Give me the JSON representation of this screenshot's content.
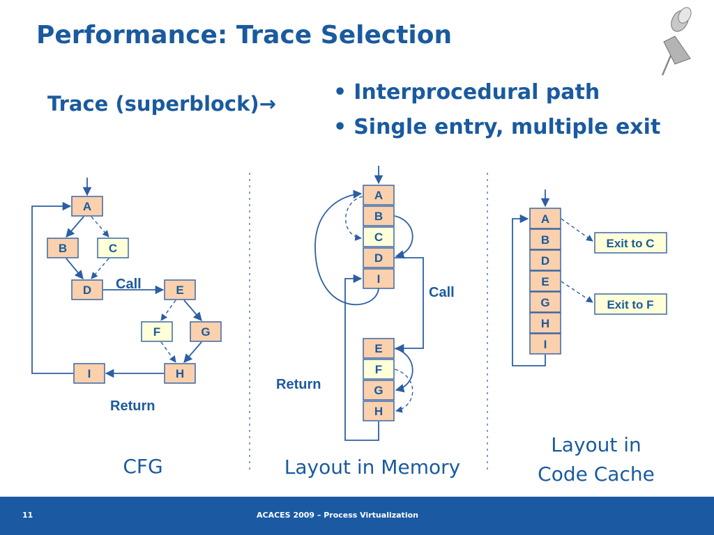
{
  "slide": {
    "title": "Performance: Trace Selection",
    "trace_label": "Trace (superblock)",
    "trace_arrow": "→",
    "bullets": [
      "Interprocedural path",
      "Single entry, multiple exit"
    ],
    "bullet_glyph": "•"
  },
  "cfg": {
    "nodes": [
      "A",
      "B",
      "C",
      "D",
      "E",
      "F",
      "G",
      "H",
      "I"
    ],
    "call_label": "Call",
    "return_label": "Return",
    "caption": "CFG"
  },
  "memory": {
    "block1": [
      "A",
      "B",
      "C",
      "D",
      "I"
    ],
    "block2": [
      "E",
      "F",
      "G",
      "H"
    ],
    "call_label": "Call",
    "return_label": "Return",
    "caption": "Layout in Memory"
  },
  "cache": {
    "blocks": [
      "A",
      "B",
      "D",
      "E",
      "G",
      "H",
      "I"
    ],
    "exits": [
      "Exit to C",
      "Exit to F"
    ],
    "caption_lines": [
      "Layout in",
      "Code Cache"
    ]
  },
  "footer": {
    "page_number": "11",
    "conference": "ACACES 2009 – Process Virtualization"
  },
  "colors": {
    "primary_text": "#1a5a9e",
    "box_fill": "#fbd0ac",
    "box_fill_light": "#ffffd8",
    "footer_bg": "#1b5aa3"
  },
  "icons": {
    "corner": "pushpin-icon"
  }
}
